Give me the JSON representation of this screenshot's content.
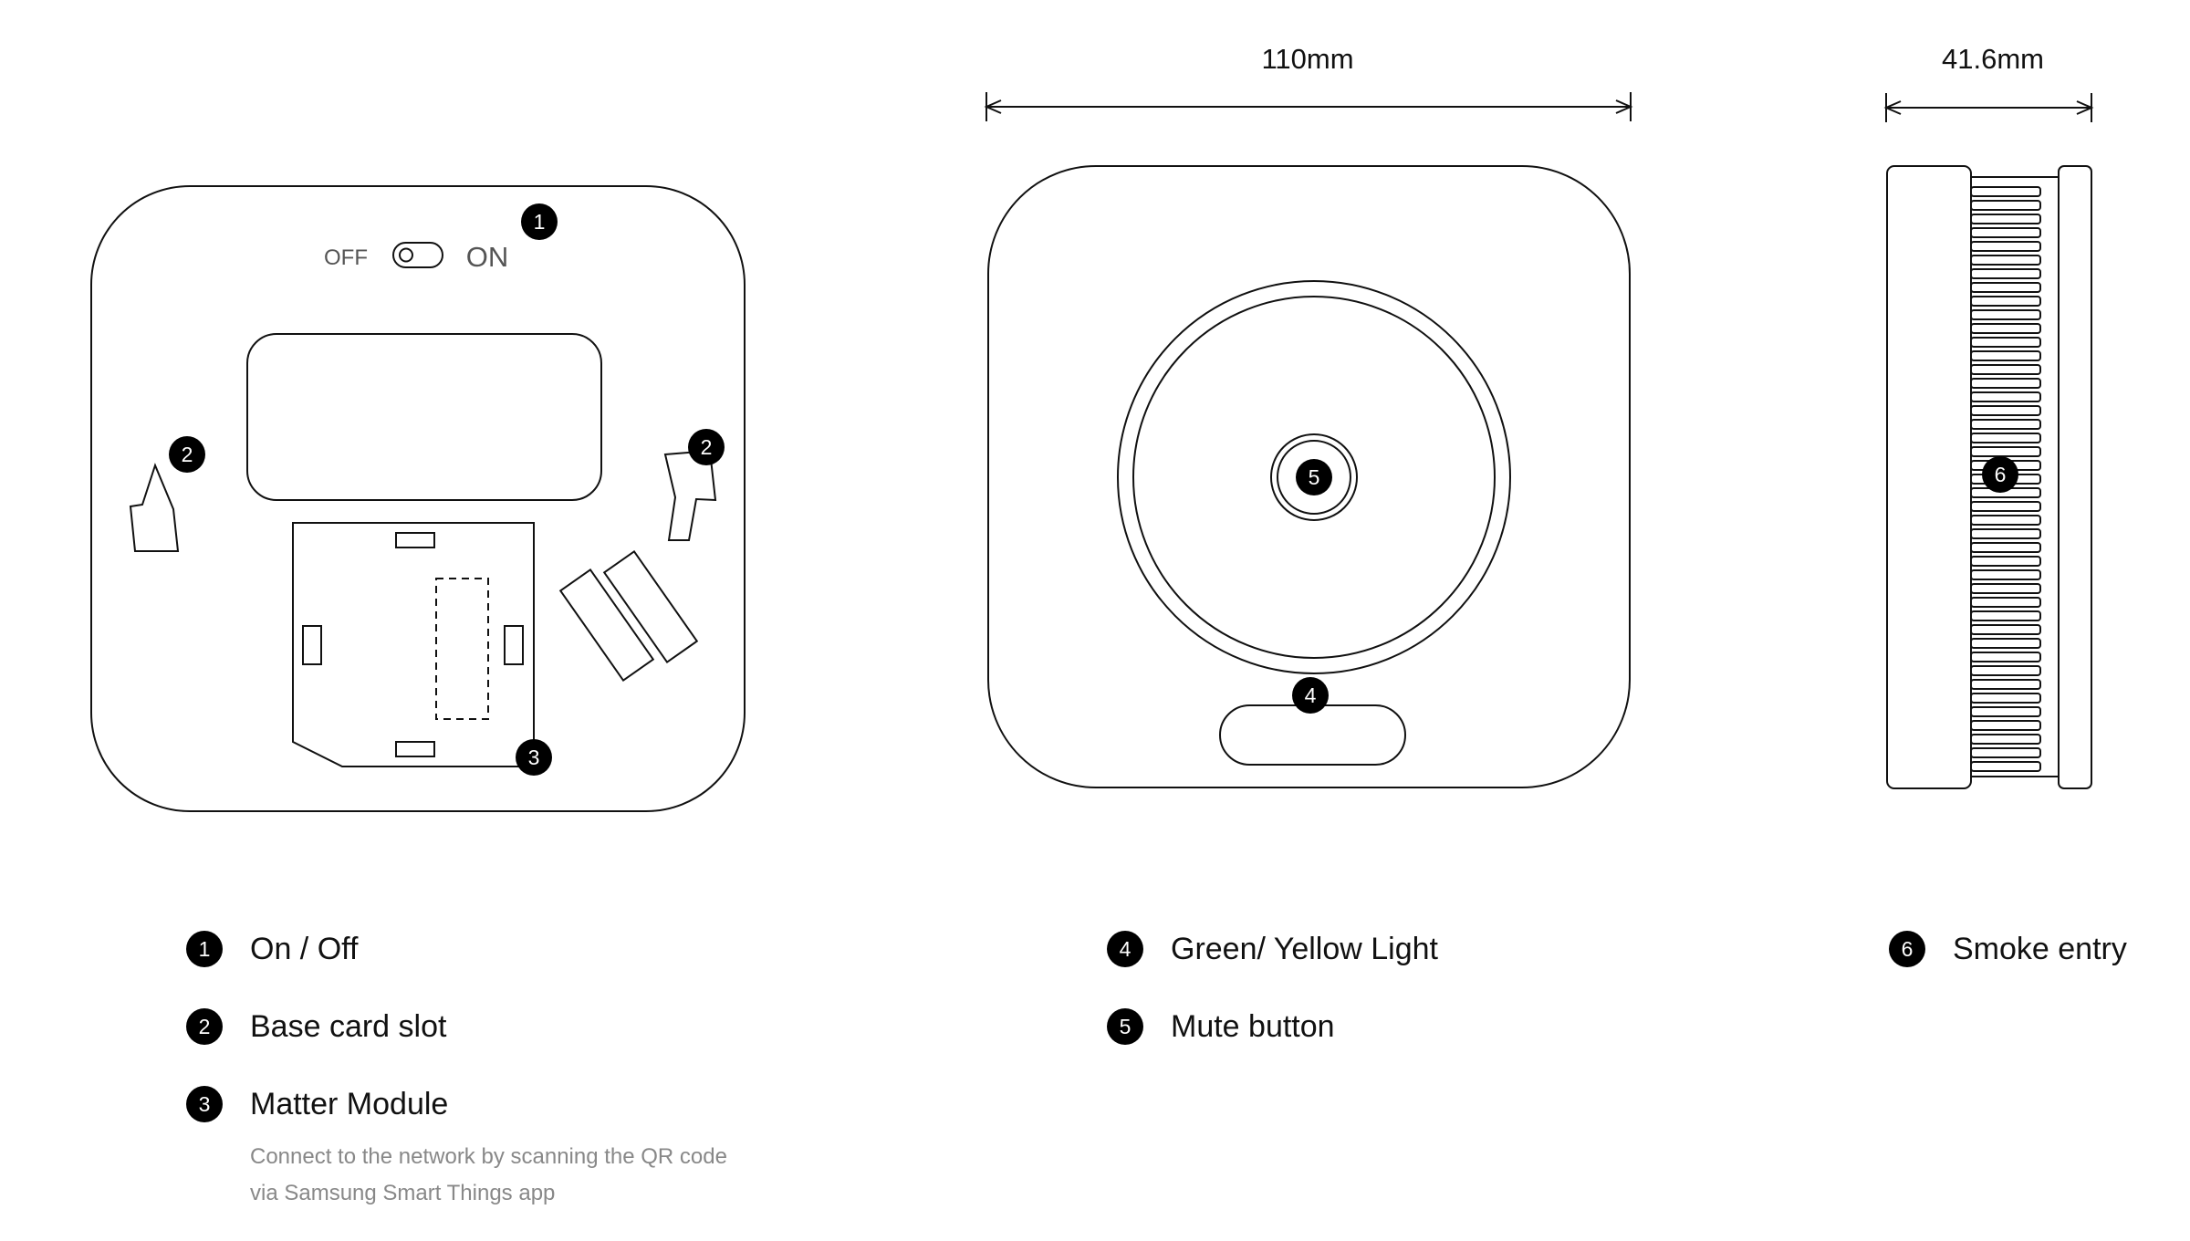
{
  "switch": {
    "off_label": "OFF",
    "on_label": "ON"
  },
  "dimensions": {
    "width": "110mm",
    "depth": "41.6mm"
  },
  "callouts": {
    "c1": "1",
    "c2": "2",
    "c3": "3",
    "c4": "4",
    "c5": "5",
    "c6": "6"
  },
  "legend": {
    "items": [
      {
        "number": "1",
        "label": "On / Off"
      },
      {
        "number": "2",
        "label": "Base card slot"
      },
      {
        "number": "3",
        "label": "Matter Module"
      },
      {
        "number": "4",
        "label": "Green/ Yellow Light"
      },
      {
        "number": "5",
        "label": "Mute button"
      },
      {
        "number": "6",
        "label": "Smoke entry"
      }
    ],
    "note_line1": "Connect to the network by scanning the QR code",
    "note_line2": "via Samsung Smart Things app"
  },
  "colors": {
    "line": "#111111",
    "badge": "#000000",
    "note": "#888888",
    "switch_text": "#555555"
  }
}
